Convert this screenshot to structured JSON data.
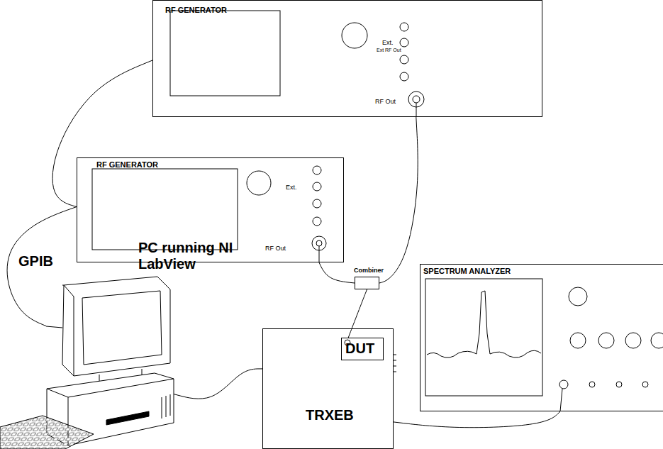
{
  "diagram": {
    "nodes": [
      {
        "text": [
          "RF GENERATOR",
          "Ext.",
          "Ext RF Out",
          "RF Out"
        ]
      },
      {
        "text": [
          "RF GENERATOR",
          "Ext.",
          "RF Out"
        ]
      },
      {
        "text": [
          "PC running NI LabView"
        ]
      },
      {
        "text": [
          "Combiner"
        ]
      },
      {
        "text": [
          "SPECTRUM ANALYZER"
        ]
      },
      {
        "text": [
          "TRXEB"
        ]
      },
      {
        "text": [
          "DUT"
        ],
        "in": 5
      }
    ],
    "edges": [
      {
        "from": 0,
        "to": 1,
        "arrow": "none"
      },
      {
        "from": 1,
        "to": 2,
        "arrow": "none",
        "label": "GPIB"
      },
      {
        "from": 0,
        "to": 3,
        "arrow": "none"
      },
      {
        "from": 1,
        "to": 3,
        "arrow": "none"
      },
      {
        "from": 3,
        "to": 6,
        "arrow": "none"
      },
      {
        "from": 2,
        "to": 5,
        "arrow": "none"
      },
      {
        "from": 5,
        "to": 4,
        "arrow": "none"
      }
    ]
  }
}
